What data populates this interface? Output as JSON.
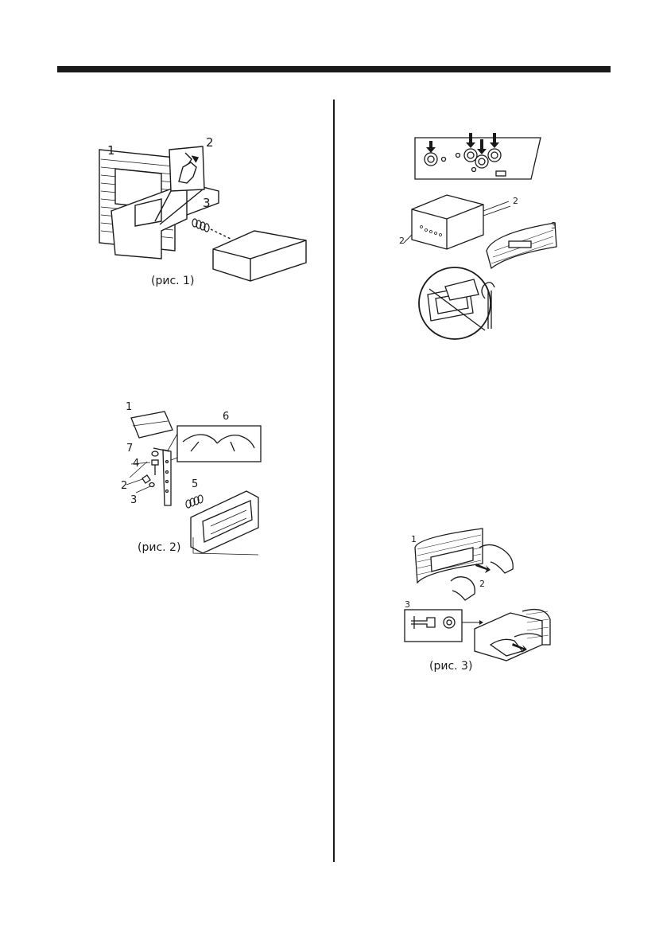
{
  "figures": {
    "fig1": {
      "caption": "(рис. 1)",
      "callouts": [
        "1",
        "2",
        "3"
      ]
    },
    "fig2": {
      "caption": "(рис. 2)",
      "callouts": [
        "1",
        "6",
        "7",
        "4",
        "2",
        "3",
        "5"
      ]
    },
    "fig_rear": {
      "callouts": [
        "2",
        "2",
        "3"
      ]
    },
    "fig3": {
      "caption": "(рис. 3)",
      "callouts": [
        "1",
        "2",
        "3"
      ]
    }
  }
}
